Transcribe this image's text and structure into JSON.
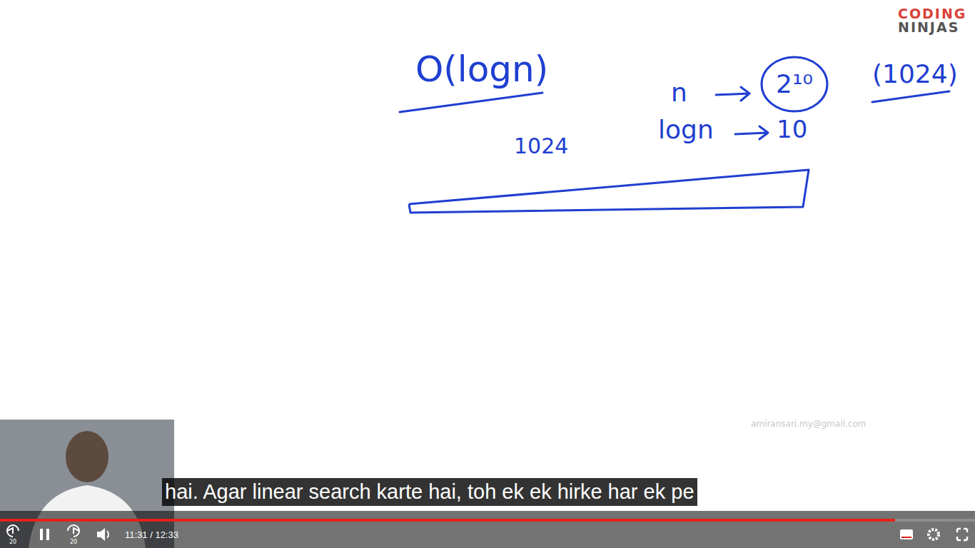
{
  "diagram": {
    "nodes": [
      {
        "text": [
          "2¹⁰"
        ]
      },
      {
        "text": [
          "1024"
        ]
      }
    ],
    "labels": [
      "O(logn)",
      "n",
      "(1024)",
      "logn",
      "10",
      "CODING",
      "NINJAS",
      "amiransari.my@gmail.com",
      "hai. Agar linear search karte hai, toh ek ek hirke har ek pe",
      "20",
      "20",
      "11:31 / 12:33"
    ]
  }
}
